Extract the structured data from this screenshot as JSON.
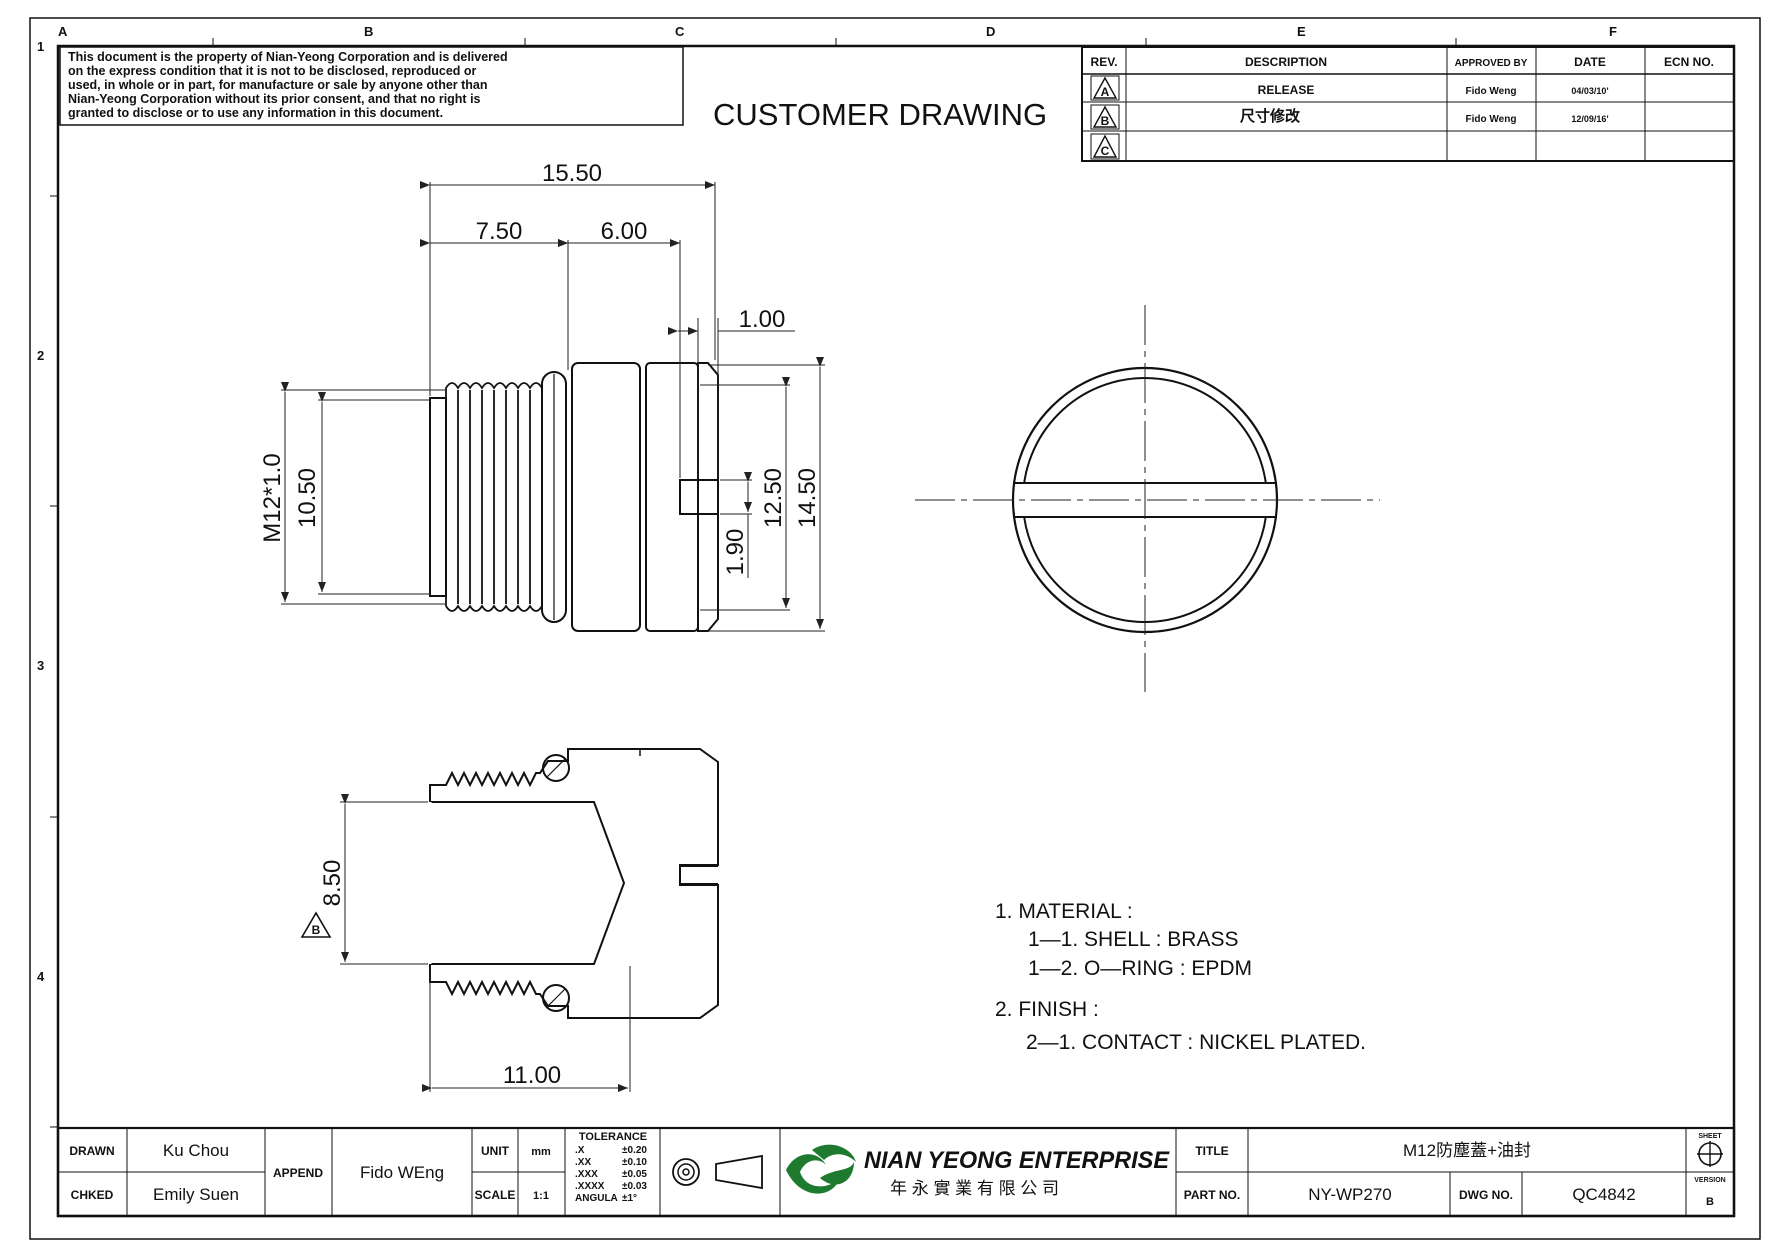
{
  "border": {
    "columns": [
      "A",
      "B",
      "C",
      "D",
      "E",
      "F"
    ],
    "rows": [
      "1",
      "2",
      "3",
      "4"
    ]
  },
  "notice": [
    "This document is the property of Nian-Yeong Corporation and is delivered",
    "on  the  express condition that it is not to be disclosed, reproduced or",
    "used, in whole or in part, for manufacture or sale by anyone other than",
    "Nian-Yeong Corporation without  its prior consent, and that  no right  is",
    "granted to disclose or to use any information in this  document."
  ],
  "drawing_title": "CUSTOMER  DRAWING",
  "revisions": {
    "headers": [
      "REV.",
      "DESCRIPTION",
      "APPROVED BY",
      "DATE",
      "ECN NO."
    ],
    "rows": [
      {
        "rev": "A",
        "description": "RELEASE",
        "approved": "Fido Weng",
        "date": "04/03/10'",
        "ecn": ""
      },
      {
        "rev": "B",
        "description": "尺寸修改",
        "approved": "Fido Weng",
        "date": "12/09/16'",
        "ecn": ""
      },
      {
        "rev": "C",
        "description": "",
        "approved": "",
        "date": "",
        "ecn": ""
      }
    ]
  },
  "dimensions": {
    "overall_length": "15.50",
    "thread_length": "7.50",
    "knurl_length": "6.00",
    "slot_width": "1.00",
    "thread_spec": "M12*1.0",
    "thread_minor": "10.50",
    "knurl_diameter": "12.50",
    "head_diameter": "14.50",
    "slot_depth": "1.90",
    "bore_diameter": "8.50",
    "section_length": "11.00"
  },
  "section_rev_marker": "B",
  "notes": [
    "1.  MATERIAL  :",
    "1—1.  SHELL  :  BRASS",
    "1—2.  O—RING  :  EPDM",
    "2.  FINISH  :",
    "2—1.  CONTACT  :  NICKEL  PLATED."
  ],
  "title_block": {
    "drawn_label": "DRAWN",
    "drawn_value": "Ku Chou",
    "checked_label": "CHKED",
    "checked_value": "Emily Suen",
    "append_label": "APPEND",
    "append_value": "Fido WEng",
    "unit_label": "UNIT",
    "unit_value": "mm",
    "scale_label": "SCALE",
    "scale_value": "1:1",
    "tolerance_title": "TOLERANCE",
    "tolerances": [
      {
        "k": ".X",
        "v": "±0.20"
      },
      {
        "k": ".XX",
        "v": "±0.10"
      },
      {
        "k": ".XXX",
        "v": "±0.05"
      },
      {
        "k": ".XXXX",
        "v": "±0.03"
      },
      {
        "k": "ANGULA",
        "v": "±1°"
      }
    ],
    "company_name": "NIAN YEONG ENTERPRISE",
    "company_name_cn": "年 永 實 業 有 限 公 司",
    "title_label": "TITLE",
    "title_value": "M12防塵蓋+油封",
    "part_label": "PART NO.",
    "part_value": "NY-WP270",
    "dwg_label": "DWG NO.",
    "dwg_value": "QC4842",
    "sheet_label": "SHEET",
    "version_label": "VERSION",
    "version_value": "B"
  }
}
